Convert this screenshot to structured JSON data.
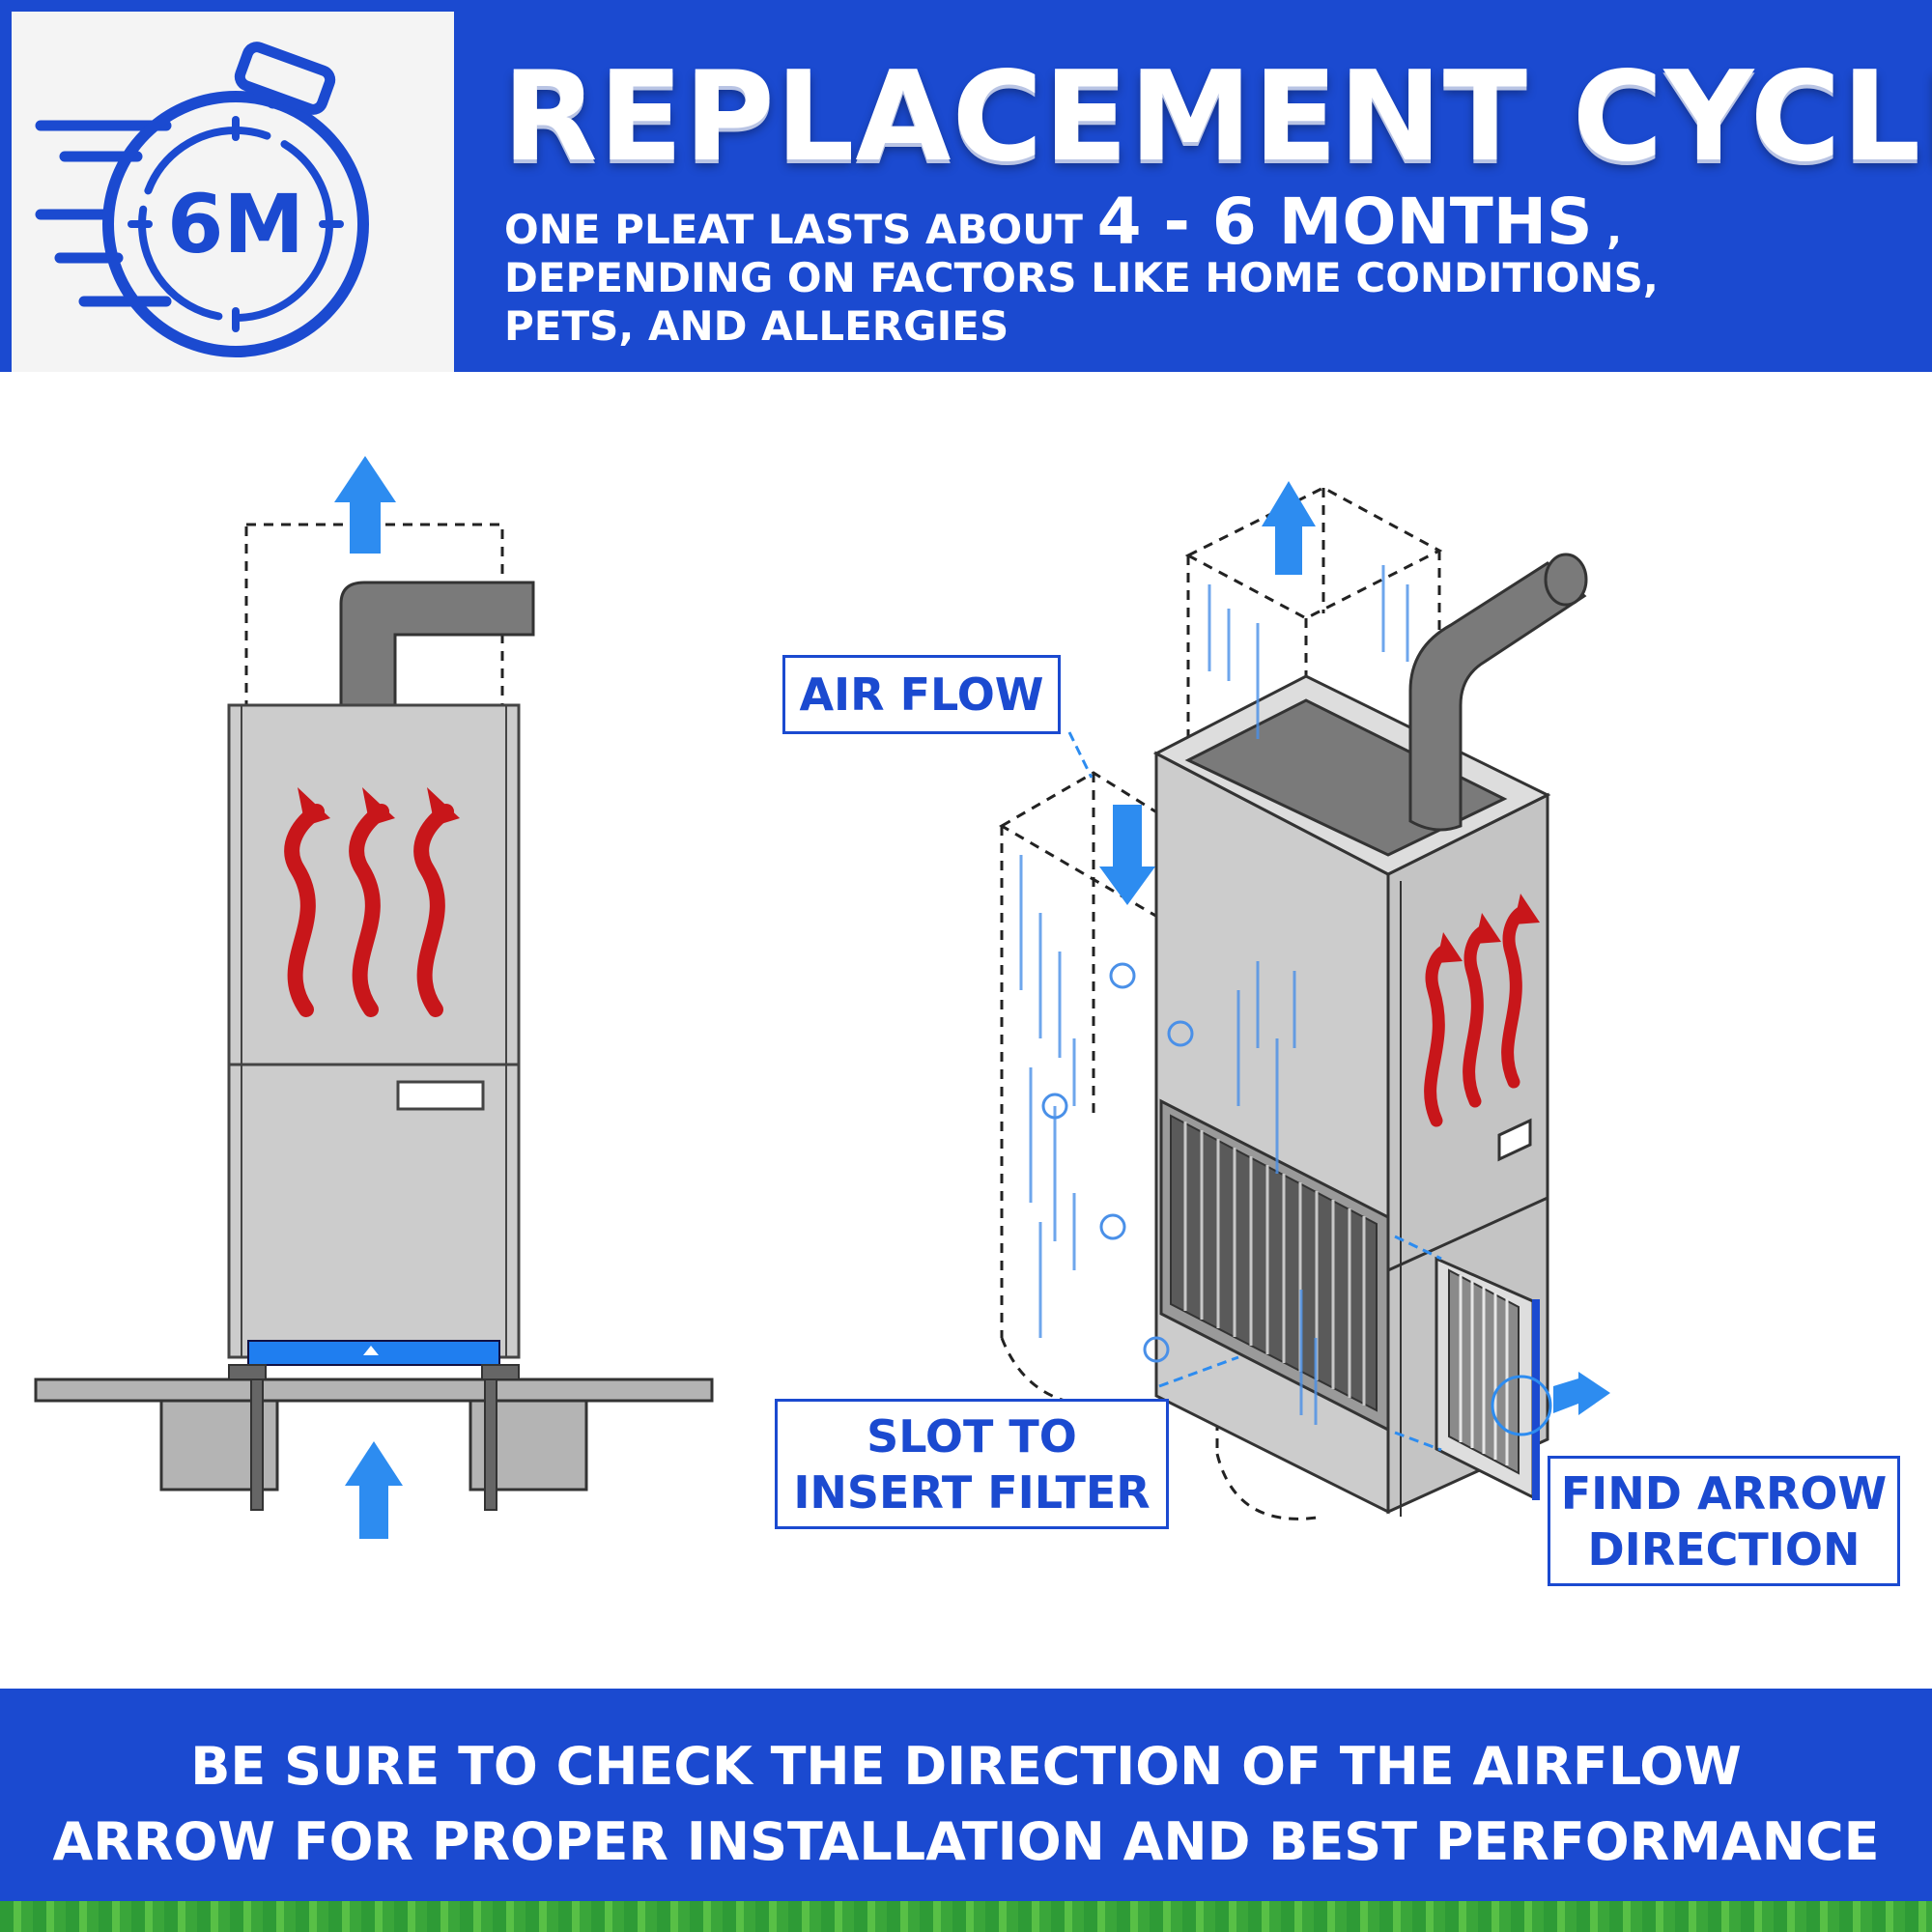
{
  "header": {
    "title": "REPLACEMENT CYCLE",
    "subtitle_prefix": "ONE PLEAT LASTS ABOUT ",
    "subtitle_highlight": "4 - 6 MONTHS",
    "subtitle_suffix": " ,",
    "subtitle_line2": "DEPENDING ON FACTORS LIKE HOME CONDITIONS,",
    "subtitle_line3": "PETS, AND ALLERGIES",
    "timer_label": "6M"
  },
  "labels": {
    "air_flow": "AIR FLOW",
    "slot_line1": "SLOT TO",
    "slot_line2": "INSERT FILTER",
    "arrow_line1": "FIND ARROW",
    "arrow_line2": "DIRECTION"
  },
  "footer": {
    "line1": "BE SURE TO CHECK THE DIRECTION OF THE AIRFLOW",
    "line2": "ARROW FOR PROPER INSTALLATION AND BEST PERFORMANCE"
  },
  "colors": {
    "brand_blue": "#1b4ad0",
    "accent_blue": "#2d8cf0",
    "heat_red": "#c8161a",
    "furnace_gray": "#cccccc",
    "duct_gray": "#7a7a7a"
  }
}
